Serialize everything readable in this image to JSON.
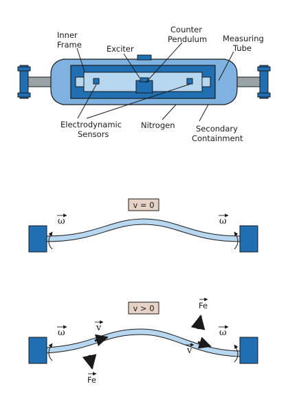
{
  "top_diagram": {
    "labels": {
      "inner_frame_1": "Inner",
      "inner_frame_2": "Frame",
      "exciter": "Exciter",
      "counter_pendulum_1": "Counter",
      "counter_pendulum_2": "Pendulum",
      "measuring_tube_1": "Measuring",
      "measuring_tube_2": "Tube",
      "sensors_1": "Electrodynamic",
      "sensors_2": "Sensors",
      "nitrogen": "Nitrogen",
      "containment_1": "Secondary",
      "containment_2": "Containment"
    }
  },
  "middle_diagram": {
    "state_label": "v = 0",
    "omega_left": "ω",
    "omega_right": "ω"
  },
  "bottom_diagram": {
    "state_label": "v > 0",
    "omega_left": "ω",
    "omega_right": "ω",
    "v_left": "v",
    "v_right": "v",
    "fe_up": "Fe",
    "fe_down": "Fe"
  },
  "colors": {
    "blue_dark": "#1f6fb2",
    "blue_mid": "#7fb2e0",
    "blue_light": "#b7d6ef",
    "gray": "#9aa3a5",
    "label_box": "#e6d3c6"
  }
}
